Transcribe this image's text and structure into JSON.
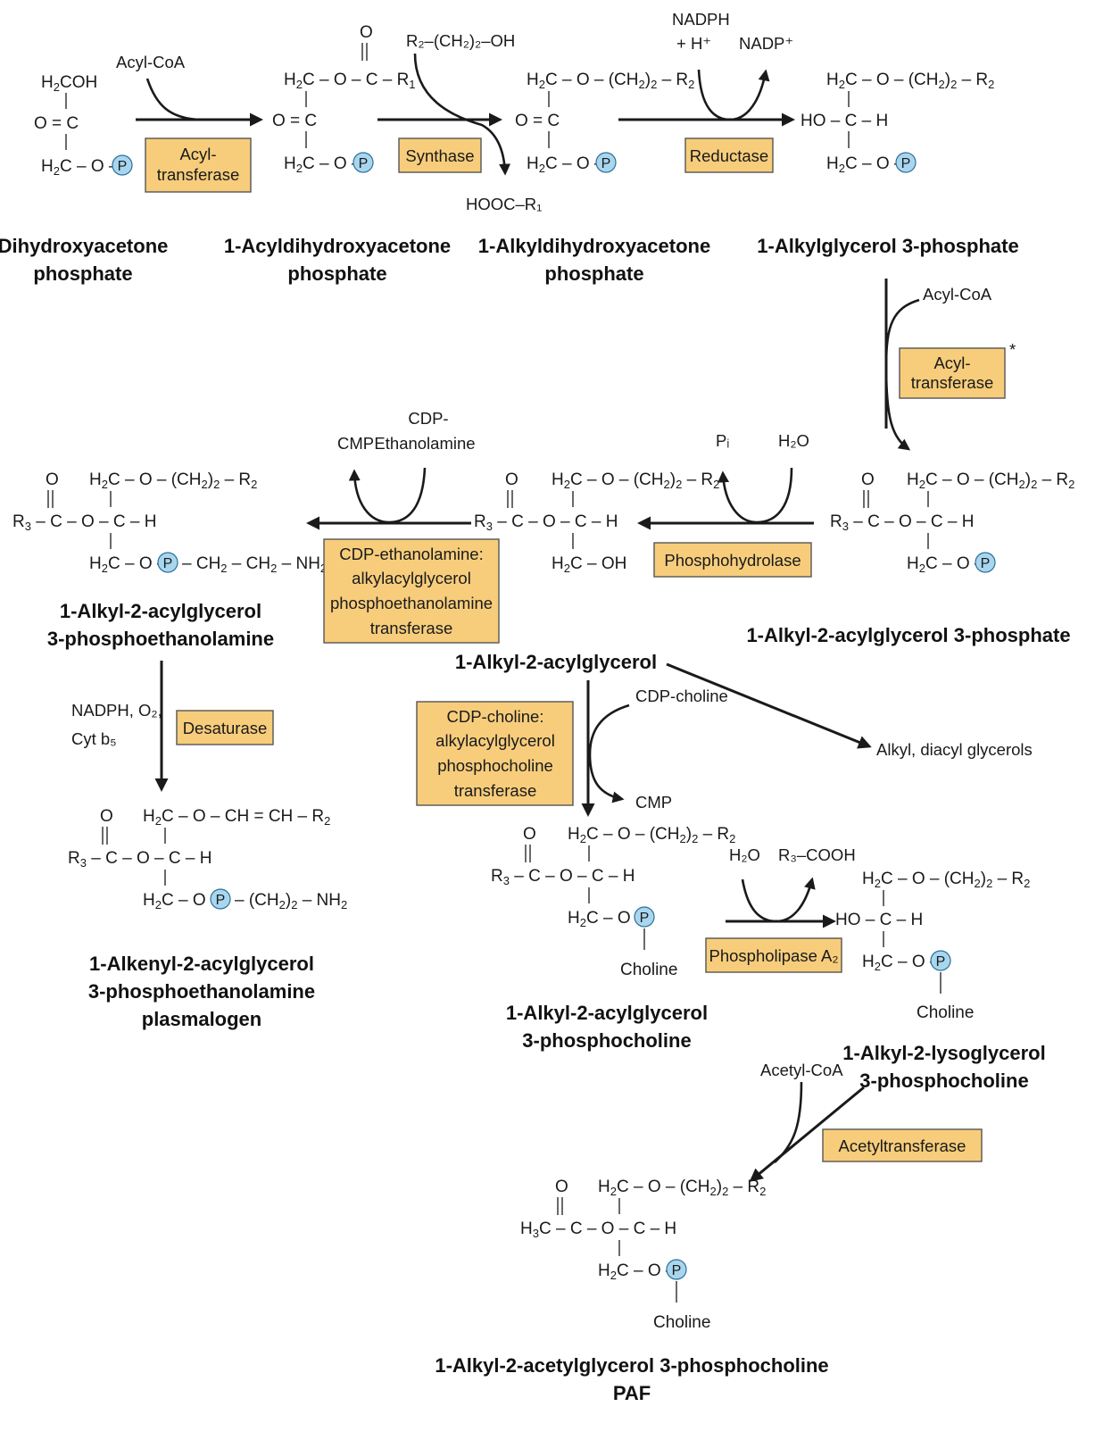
{
  "names": {
    "dhap": [
      "Dihydroxyacetone",
      "phosphate"
    ],
    "acyl_dhap": [
      "1-Acyldihydroxyacetone",
      "phosphate"
    ],
    "alkyl_dhap": [
      "1-Alkyldihydroxyacetone",
      "phosphate"
    ],
    "alkylglycerol_p": [
      "1-Alkylglycerol 3-phosphate"
    ],
    "alkyl_acylglycerol_p": [
      "1-Alkyl-2-acylglycerol 3-phosphate"
    ],
    "alkyl_acylglycerol": [
      "1-Alkyl-2-acylglycerol"
    ],
    "alkyl_acyl_pe": [
      "1-Alkyl-2-acylglycerol",
      "3-phosphoethanolamine"
    ],
    "plasmalogen": [
      "1-Alkenyl-2-acylglycerol",
      "3-phosphoethanolamine",
      "plasmalogen"
    ],
    "alkyl_acyl_pc": [
      "1-Alkyl-2-acylglycerol",
      "3-phosphocholine"
    ],
    "lyso_pc": [
      "1-Alkyl-2-lysoglycerol",
      "3-phosphocholine"
    ],
    "paf": [
      "1-Alkyl-2-acetylglycerol 3-phosphocholine",
      "PAF"
    ]
  },
  "enzymes": {
    "acyltransferase_1": [
      "Acyl-",
      "transferase"
    ],
    "synthase": [
      "Synthase"
    ],
    "reductase": [
      "Reductase"
    ],
    "acyltransferase_2": [
      "Acyl-",
      "transferase"
    ],
    "acyltransferase_2_mark": "*",
    "phosphohydrolase": [
      "Phosphohydrolase"
    ],
    "cdp_ethanolamine_transferase": [
      "CDP-ethanolamine:",
      "alkylacylglycerol",
      "phosphoethanolamine",
      "transferase"
    ],
    "desaturase": [
      "Desaturase"
    ],
    "cdp_choline_transferase": [
      "CDP-choline:",
      "alkylacylglycerol",
      "phosphocholine",
      "transferase"
    ],
    "phospholipase": [
      "Phospholipase A₂"
    ],
    "acetyltransferase": [
      "Acetyltransferase"
    ]
  },
  "cofactors": {
    "acyl_coa_1": "Acyl-CoA",
    "r2_alcohol": "R₂–(CH₂)₂–OH",
    "hooc_r1": "HOOC–R₁",
    "nadph": "NADPH",
    "h_plus": "+ H⁺",
    "nadp": "NADP⁺",
    "acyl_coa_2": "Acyl-CoA",
    "pi": "Pᵢ",
    "h2o_1": "H₂O",
    "cdp_ethanolamine": [
      "CDP-",
      "Ethanolamine"
    ],
    "cmp_1": "CMP",
    "desaturase_cofactors": [
      "NADPH, O₂,",
      "Cyt b₅"
    ],
    "cdp_choline": "CDP-choline",
    "cmp_2": "CMP",
    "side_product": "Alkyl, diacyl glycerols",
    "h2o_2": "H₂O",
    "r3_cooh": "R₃–COOH",
    "acetyl_coa": "Acetyl-CoA"
  },
  "atoms": {
    "P": "P",
    "choline": "Choline"
  }
}
